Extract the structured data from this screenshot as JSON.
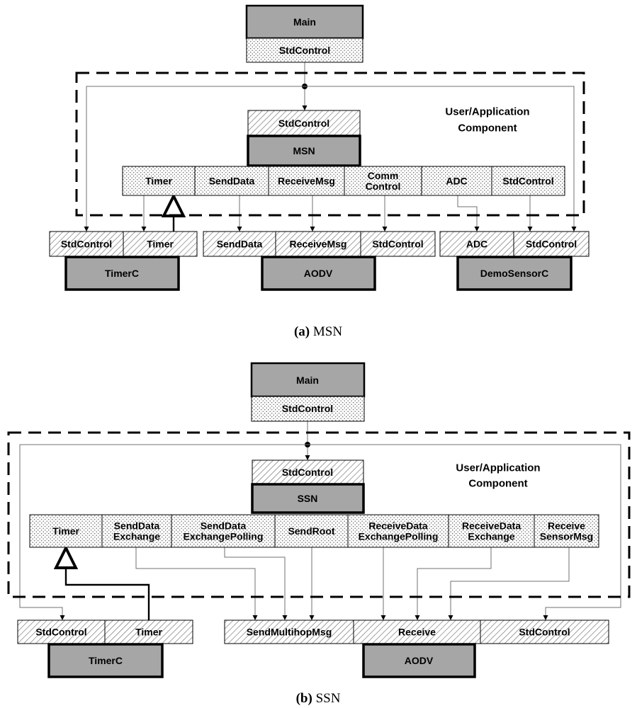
{
  "msn": {
    "main": {
      "title": "Main",
      "interface": "StdControl"
    },
    "group_label": [
      "User/Application",
      "Component"
    ],
    "component": {
      "name": "MSN",
      "provides": "StdControl"
    },
    "uses": [
      "Timer",
      "SendData",
      "ReceiveMsg",
      "Comm|Control",
      "ADC",
      "StdControl"
    ],
    "timerc": {
      "name": "TimerC",
      "interfaces": [
        "StdControl",
        "Timer"
      ]
    },
    "aodv": {
      "name": "AODV",
      "interfaces": [
        "SendData",
        "ReceiveMsg",
        "StdControl"
      ]
    },
    "sensor": {
      "name": "DemoSensorC",
      "interfaces": [
        "ADC",
        "StdControl"
      ]
    },
    "caption_label": "(a)",
    "caption_text": " MSN"
  },
  "ssn": {
    "main": {
      "title": "Main",
      "interface": "StdControl"
    },
    "group_label": [
      "User/Application",
      "Component"
    ],
    "component": {
      "name": "SSN",
      "provides": "StdControl"
    },
    "uses": [
      "Timer",
      "SendData|Exchange",
      "SendData|ExchangePolling",
      "SendRoot",
      "ReceiveData|ExchangePolling",
      "ReceiveData|Exchange",
      "Receive|SensorMsg"
    ],
    "timerc": {
      "name": "TimerC",
      "interfaces": [
        "StdControl",
        "Timer"
      ]
    },
    "aodv": {
      "name": "AODV",
      "interfaces": [
        "SendMultihopMsg",
        "Receive",
        "StdControl"
      ]
    },
    "caption_label": "(b)",
    "caption_text": " SSN"
  },
  "colors": {
    "component_fill": "#a6a6a6",
    "line": "#000000",
    "wire": "#707070"
  }
}
